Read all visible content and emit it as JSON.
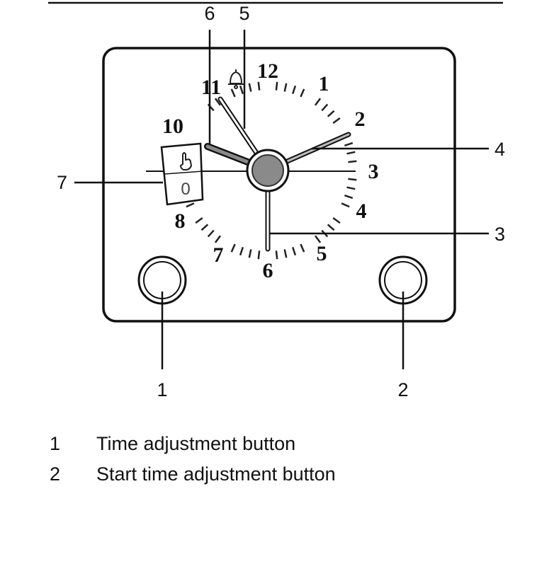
{
  "dial": {
    "numerals": [
      "12",
      "1",
      "2",
      "3",
      "4",
      "5",
      "6",
      "7",
      "8",
      "10",
      "11"
    ],
    "indicator_zero": "0"
  },
  "callouts": [
    "1",
    "2",
    "3",
    "4",
    "5",
    "6",
    "7"
  ],
  "legend": [
    {
      "num": "1",
      "text": "Time adjustment button"
    },
    {
      "num": "2",
      "text": "Start time adjustment button"
    }
  ],
  "icons": [
    "bell-icon",
    "hand-icon"
  ]
}
